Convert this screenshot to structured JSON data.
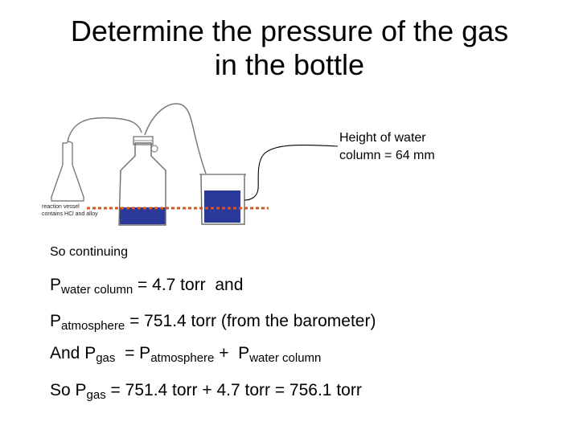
{
  "title": {
    "line1": "Determine the pressure of the gas",
    "line2": "in the bottle"
  },
  "callout": {
    "line1": "Height of water",
    "line2": "column = 64 mm"
  },
  "vessel_caption": {
    "line1": "reaction vessel",
    "line2": "contains HCl and alloy"
  },
  "so_continuing": "So continuing",
  "equations": {
    "eq1": {
      "p": "P",
      "sub": "water column",
      "rest": " = 4.7 torr  and"
    },
    "eq2": {
      "p": "P",
      "sub": "atmosphere",
      "rest": " = 751.4 torr (from the barometer)"
    },
    "eq3": {
      "pre": "And P",
      "sub1": "gas",
      "mid1": "  = P",
      "sub2": "atmosphere",
      "mid2": " +  P",
      "sub3": "water column"
    },
    "eq4": {
      "pre": "So P",
      "sub": "gas",
      "rest": " = 751.4 torr + 4.7 torr = 756.1 torr"
    }
  },
  "colors": {
    "water": "#2b3a9a",
    "water_level_line": "#d9541e",
    "outline": "#6a6a6a"
  }
}
